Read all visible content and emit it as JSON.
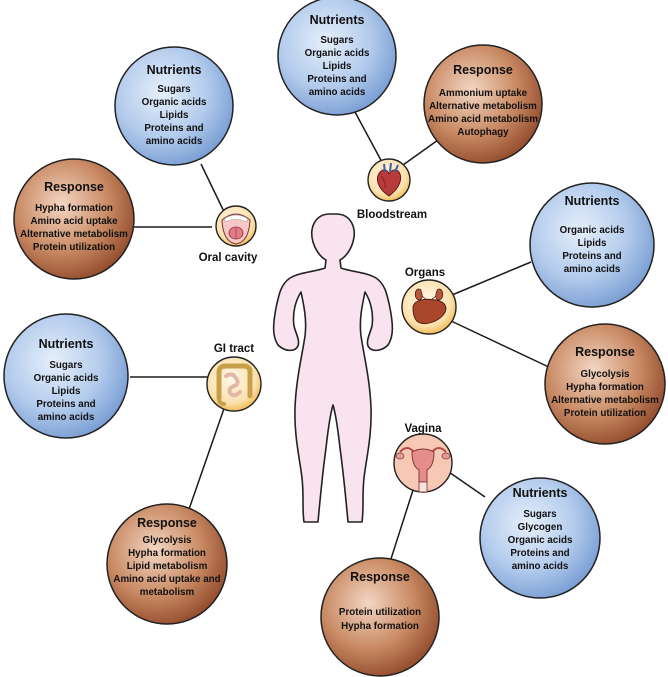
{
  "diagram": {
    "colors": {
      "nutrient_fill_light": "#dce8f8",
      "nutrient_fill_dark": "#6f96cf",
      "response_fill_light": "#e9c3a8",
      "response_fill_dark": "#8a4224",
      "site_ring": "#f0b23c",
      "body_fill": "#f9e3ef",
      "line": "#1a1a1a"
    },
    "sites": {
      "oral_cavity": {
        "label": "Oral cavity",
        "icon": "mouth-icon",
        "nutrients": {
          "title": "Nutrients",
          "items": [
            "Sugars",
            "Organic acids",
            "Lipids",
            "Proteins and",
            "amino acids"
          ]
        },
        "response": {
          "title": "Response",
          "items": [
            "Hypha formation",
            "Amino acid uptake",
            "Alternative metabolism",
            "Protein utilization"
          ]
        }
      },
      "bloodstream": {
        "label": "Bloodstream",
        "icon": "heart-icon",
        "nutrients": {
          "title": "Nutrients",
          "items": [
            "Sugars",
            "Organic acids",
            "Lipids",
            "Proteins and",
            "amino acids"
          ]
        },
        "response": {
          "title": "Response",
          "items": [
            "Ammonium uptake",
            "Alternative metabolism",
            "Amino acid metabolism",
            "Autophagy"
          ]
        }
      },
      "organs": {
        "label": "Organs",
        "icon": "liver-kidney-icon",
        "nutrients": {
          "title": "Nutrients",
          "items": [
            "Organic acids",
            "Lipids",
            "Proteins and",
            "amino acids"
          ]
        },
        "response": {
          "title": "Response",
          "items": [
            "Glycolysis",
            "Hypha formation",
            "Alternative metabolism",
            "Protein utilization"
          ]
        }
      },
      "gi_tract": {
        "label": "GI tract",
        "icon": "intestine-icon",
        "nutrients": {
          "title": "Nutrients",
          "items": [
            "Sugars",
            "Organic acids",
            "Lipids",
            "Proteins and",
            "amino acids"
          ]
        },
        "response": {
          "title": "Response",
          "items": [
            "Glycolysis",
            "Hypha formation",
            "Lipid metabolism",
            "Amino acid uptake and",
            "metabolism"
          ]
        }
      },
      "vagina": {
        "label": "Vagina",
        "icon": "uterus-icon",
        "nutrients": {
          "title": "Nutrients",
          "items": [
            "Sugars",
            "Glycogen",
            "Organic acids",
            "Proteins and",
            "amino acids"
          ]
        },
        "response": {
          "title": "Response",
          "items": [
            "Protein utilization",
            "Hypha formation"
          ]
        }
      }
    }
  }
}
